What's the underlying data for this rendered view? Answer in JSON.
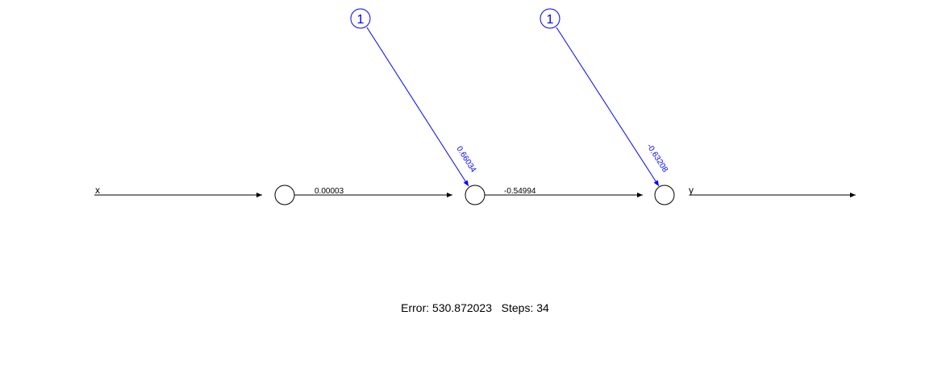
{
  "diagram": {
    "input_label": "x",
    "output_label": "y",
    "weights": {
      "input_hidden": "0.00003",
      "hidden_output": "-0.54994"
    },
    "biases": [
      {
        "node_label": "1",
        "weight": "0.66034"
      },
      {
        "node_label": "1",
        "weight": "-0.63208"
      }
    ],
    "colors": {
      "weight_edges": "#000000",
      "bias_edges": "#0000ff"
    }
  },
  "footer": {
    "error_label": "Error:",
    "error_value": "530.872023",
    "steps_label": "Steps:",
    "steps_value": "34"
  }
}
